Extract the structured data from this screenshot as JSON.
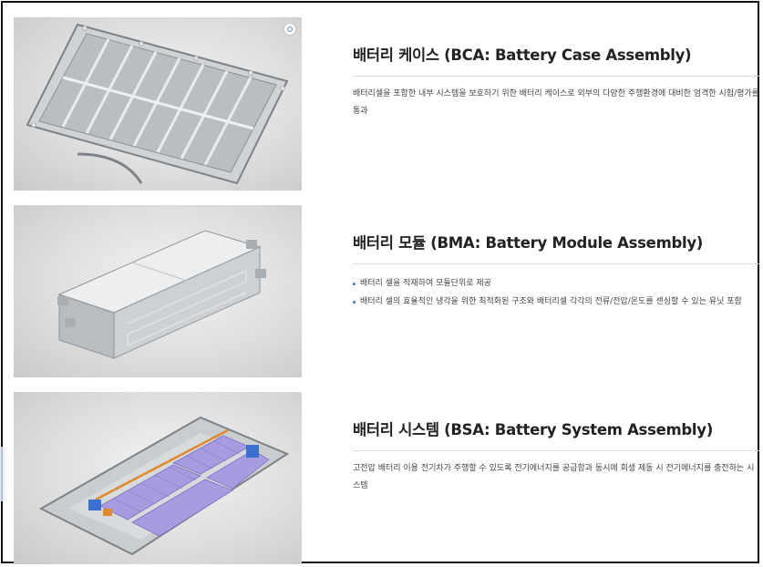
{
  "products": [
    {
      "id": "bca",
      "image_icon": "battery-case-image",
      "title": "배터리 케이스 (BCA: Battery Case Assembly)",
      "description": "배터리셀을 포함한 내부 시스템을 보호하기 위한 배터리 케이스로 외부의 다양한 주행환경에 대비한 엄격한 시험/평가를 통과"
    },
    {
      "id": "bma",
      "image_icon": "battery-module-image",
      "title": "배터리 모듈 (BMA: Battery Module Assembly)",
      "bullets": [
        "배터리 셀을 적재하여 모듈단위로 제공",
        "배터리 셀의 효율적인 냉각을 위한 최적화된 구조와 배터리셀 각각의 전류/전압/온도를 센싱할 수 있는 유닛 포함"
      ]
    },
    {
      "id": "bsa",
      "image_icon": "battery-system-image",
      "title": "배터리 시스템 (BSA: Battery System Assembly)",
      "description": "고전압 배터리 이용 전기차가 주행할 수 있도록 전기에너지를 공급함과 동시에 회생 제동 시 전기에너지를 충전하는 시스템"
    }
  ],
  "colors": {
    "bullet": "#3a7bd5",
    "cell_purple": "#a99be0",
    "accent_orange": "#e0892a",
    "connector_blue": "#3b6fd0"
  },
  "zoom_icon": "zoom-icon"
}
